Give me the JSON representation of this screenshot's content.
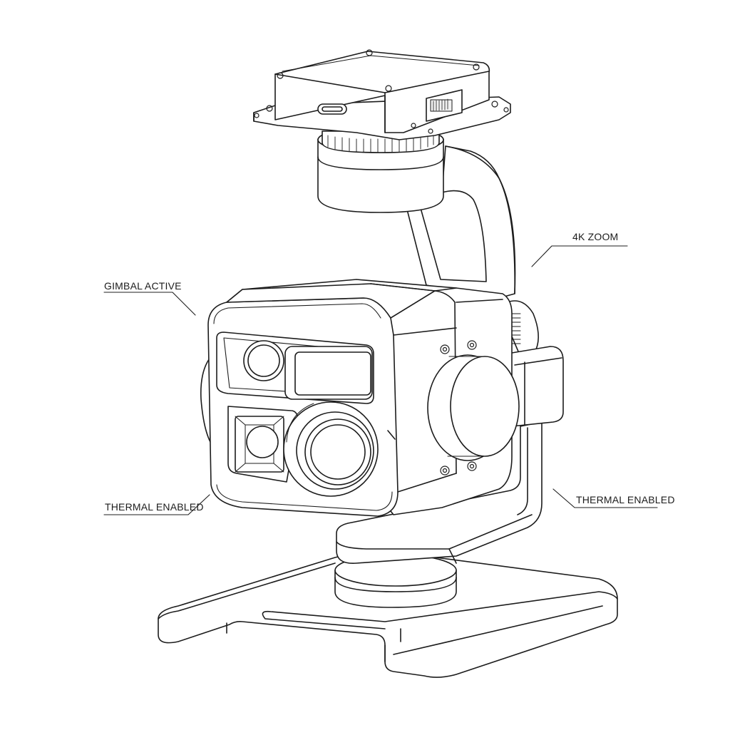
{
  "callouts": {
    "gimbal_active": "GIMBAL ACTIVE",
    "zoom": "4K ZOOM",
    "thermal_left": "THERMAL ENABLED",
    "thermal_right": "THERMAL ENABLED"
  },
  "colors": {
    "background": "#ffffff",
    "line": "#1c1c1c",
    "shade": "#f1f1f1"
  },
  "icons": {
    "usb_port": "usb-c-port-icon",
    "switch": "slide-switch-icon"
  }
}
